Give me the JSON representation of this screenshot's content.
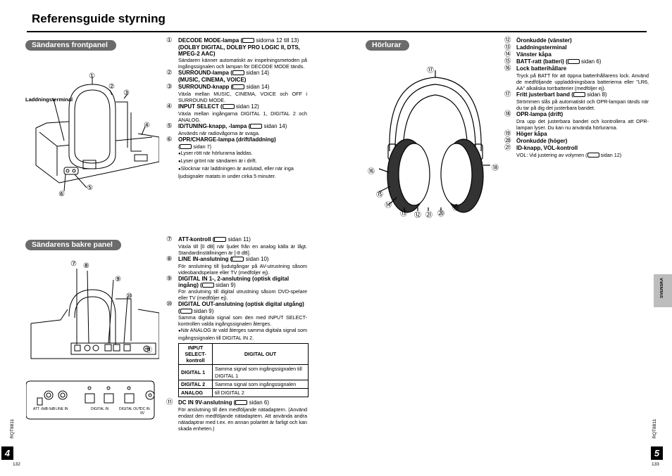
{
  "header": {
    "title": "Referensguide styrning"
  },
  "sections": {
    "front": "Sändarens frontpanel",
    "back": "Sändarens bakre panel",
    "headphones": "Hörlurar"
  },
  "front_diagram": {
    "charge_label": "Laddningsterminal"
  },
  "items_front": [
    {
      "num": "①",
      "label": "DECODE MODE-lampa (",
      "ref": "sidorna 12 till 13)",
      "label2": "(DOLBY DIGITAL, DOLBY PRO LOGIC II, DTS, MPEG-2 AAC)",
      "desc": "Sändaren känner automatiskt av inspelningsmetoden på ingångssignalen och lampan för DECODE MODE tänds."
    },
    {
      "num": "②",
      "label": "SURROUND-lampa (",
      "ref": "sidan 14)",
      "label2": "(MUSIC, CINEMA, VOICE)",
      "desc": ""
    },
    {
      "num": "③",
      "label": "SURROUND-knapp (",
      "ref": "sidan 14)",
      "label2": "",
      "desc": "Växla mellan MUSIC, CINEMA, VOICE och OFF i SURROUND MODE."
    },
    {
      "num": "④",
      "label": "INPUT SELECT (",
      "ref": "sidan 12)",
      "label2": "",
      "desc": "Växla mellan ingångarna DIGITAL 1, DIGITAL 2 och ANALOG."
    },
    {
      "num": "⑤",
      "label": "ID/TUNING-knapp, -lampa (",
      "ref": "sidan 14)",
      "label2": "",
      "desc": "Används när radiovågorna är svaga."
    },
    {
      "num": "⑥",
      "label": "OPR/CHARGE-lampa (drift/laddning)",
      "ref": "sidan 7)",
      "label2": "",
      "desc": ""
    }
  ],
  "item6_bullets": [
    "Lyser rött när hörlurarna laddas.",
    "Lyser grönt när sändaren är i drift.",
    "Slocknar när laddningen är avslutad, eller när inga ljudsignaler matats in under cirka 5 minuter."
  ],
  "items_back": [
    {
      "num": "⑦",
      "label": "ATT-kontroll (",
      "ref": "sidan 11)",
      "desc": "Växla till [0 dB] när ljudet från en analog källa är lågt. Standardinställningen är [-8 dB]."
    },
    {
      "num": "⑧",
      "label": "LINE IN-anslutning (",
      "ref": "sidan 10)",
      "desc": "För anslutning till ljudutgångar på AV-utrustning såsom videobandspelare eller TV (medföljer ej)."
    },
    {
      "num": "⑨",
      "label": "DIGITAL IN 1-, 2-anslutning (optisk digital ingång) (",
      "ref": "sidan 9)",
      "desc": "För anslutning till digital utrustning såsom DVD-spelare eller TV (medföljer ej)."
    },
    {
      "num": "⑩",
      "label": "DIGITAL OUT-anslutning (optisk digital utgång) (",
      "ref": "sidan 9)",
      "desc": "Samma digitala signal som den med INPUT SELECT-kontrollen valda ingångssignalen återges."
    }
  ],
  "item10_bullet": "När ANALOG är vald återges samma digitala signal som ingångssignalen till DIGITAL IN 2.",
  "signal_table": {
    "headers": [
      "INPUT SELECT-kontroll",
      "DIGITAL OUT"
    ],
    "rows": [
      [
        "DIGITAL 1",
        "Samma signal som ingångssignalen till DIGITAL 1"
      ],
      [
        "DIGITAL 2",
        "Samma signal som ingångssignalen"
      ],
      [
        "ANALOG",
        "till DIGITAL 2"
      ]
    ]
  },
  "item11": {
    "num": "⑪",
    "label": "DC IN 9V-anslutning (",
    "ref": "sidan 6)",
    "desc": "För anslutning till den medföljande nätadaptern. (Använd endast den medföljande nätadaptern. Att använda andra nätadaptrar med t.ex. en annan polaritet är farligt och kan skada enheten.)"
  },
  "items_head": [
    {
      "num": "⑫",
      "label": "Öronkudde (vänster)",
      "ref": "",
      "desc": ""
    },
    {
      "num": "⑬",
      "label": "Laddningsterminal",
      "ref": "",
      "desc": ""
    },
    {
      "num": "⑭",
      "label": "Vänster kåpa",
      "ref": "",
      "desc": ""
    },
    {
      "num": "⑮",
      "label": "BATT-ratt (batteri) (",
      "ref": "sidan 6)",
      "desc": ""
    },
    {
      "num": "⑯",
      "label": "Lock batterihållare",
      "ref": "",
      "desc": "Tryck på BATT för att öppna batterihållarens lock. Använd de medföljande uppladdningsbara batterierna eller \"LR6, AA\" alkaliska torrbatterier (medföljer ej)."
    },
    {
      "num": "⑰",
      "label": "Fritt justerbart band (",
      "ref": "sidan 8)",
      "desc": "Strömmen slås på automatiskt och OPR-lampan tänds när du tar på dig det justerbara bandet."
    },
    {
      "num": "⑱",
      "label": "OPR-lampa (drift)",
      "ref": "",
      "desc": "Dra upp det justerbara bandet och kontrollera att OPR-lampan lyser. Du kan nu använda hörlurarna."
    },
    {
      "num": "⑲",
      "label": "Höger kåpa",
      "ref": "",
      "desc": ""
    },
    {
      "num": "⑳",
      "label": "Öronkudde (höger)",
      "ref": "",
      "desc": ""
    },
    {
      "num": "㉑",
      "label": "ID-knapp, VOL-kontroll",
      "ref": "",
      "desc": ""
    }
  ],
  "item21_desc": "VOL: Vid justering av volymen (",
  "item21_ref": "sidan 12)",
  "back_panel_labels": {
    "att": "ATT",
    "att_vals": "-8dB  0dB",
    "line_in": "LINE IN",
    "digital_in": "DIGITAL IN",
    "digital_out": "DIGITAL OUT",
    "dc_in": "DC IN 9V"
  },
  "side_tab": "SVENSKA",
  "footer": {
    "left_code": "RQT8811",
    "left_page": "4",
    "left_num": "132",
    "right_code": "RQT8811",
    "right_page": "5",
    "right_num": "133"
  }
}
